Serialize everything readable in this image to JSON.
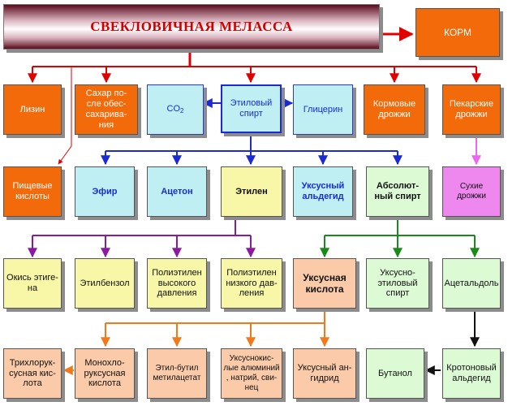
{
  "title": "СВЕКЛОВИЧНАЯ МЕЛАССА",
  "row0": {
    "korm": "КОРМ"
  },
  "row1": {
    "lizin": "Лизин",
    "sahar": "Сахар по-\nсле обес-\nсахарива-\nния",
    "co2_base": "CO",
    "co2_sub": "2",
    "spirt": "Этиловый\nспирт",
    "glicerin": "Глицерин",
    "kormovye": "Кормовые\nдрожжи",
    "pekarskie": "Пекарские\nдрожжи"
  },
  "row2": {
    "pischevye": "Пищевые\nкислоты",
    "efir": "Эфир",
    "aceton": "Ацетон",
    "etilen": "Этилен",
    "uksusny_aldegid": "Уксусный\nальдегид",
    "absolyut": "Абсолют-\nный спирт",
    "suhie": "Сухие дрожжи"
  },
  "row3": {
    "okis": "Окись этиге-\nна",
    "etilbenzol": "Этилбензол",
    "polietilen_vd": "Полиэтилен\nвысокого\nдавления",
    "polietilen_nd": "Полиэтилен\nнизкого дав-\nления",
    "uksusnaya": "Уксусная\nкислота",
    "uksusno_etil": "Уксусно-\nэтиловый\nспирт",
    "acetaldol": "Ацетальдоль"
  },
  "row4": {
    "trihlor": "Трихлорук-\nсусная кис-\nлота",
    "monohlor": "Монохло-\nруксусная\nкислота",
    "etilbutil": "Этил-бутил\nметилацетат",
    "uksusnokislye": "Уксуснокис-\nлые алюминий\n, натрий, сви-\nнец",
    "angidrid": "Уксусный ан-\nгидрид",
    "butanol": "Бутанол",
    "krotonovy": "Кротоновый\nальдегид"
  }
}
